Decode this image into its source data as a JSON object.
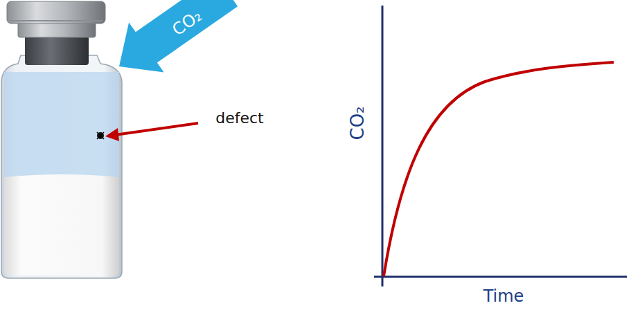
{
  "diagram": {
    "labels": [
      "CO₂",
      "defect",
      "CO₂",
      "Time"
    ]
  }
}
